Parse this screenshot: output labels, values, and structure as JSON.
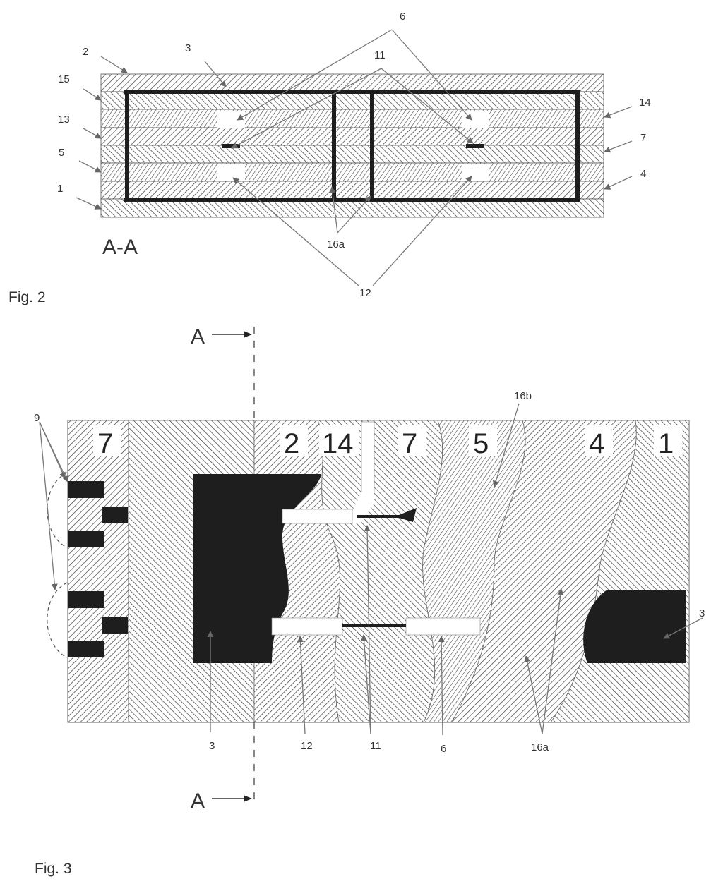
{
  "fig2": {
    "caption": "Fig. 2",
    "section_label": "A-A",
    "refs": {
      "r2": "2",
      "r3": "3",
      "r6": "6",
      "r11": "11",
      "r15": "15",
      "r13": "13",
      "r5": "5",
      "r1": "1",
      "r14": "14",
      "r7": "7",
      "r4": "4",
      "r16a": "16a",
      "r12": "12"
    }
  },
  "fig3": {
    "caption": "Fig. 3",
    "section_marker_top": "A",
    "section_marker_bottom": "A",
    "layer_labels": [
      "7",
      "2",
      "14",
      "7",
      "5",
      "4",
      "1"
    ],
    "refs": {
      "r9": "9",
      "r16b": "16b",
      "r3_right": "3",
      "r3": "3",
      "r12": "12",
      "r11": "11",
      "r6": "6",
      "r16a": "16a"
    }
  },
  "colors": {
    "hatch": "#3a3a3a",
    "conductor": "#1e1e1e",
    "background": "#ffffff"
  }
}
